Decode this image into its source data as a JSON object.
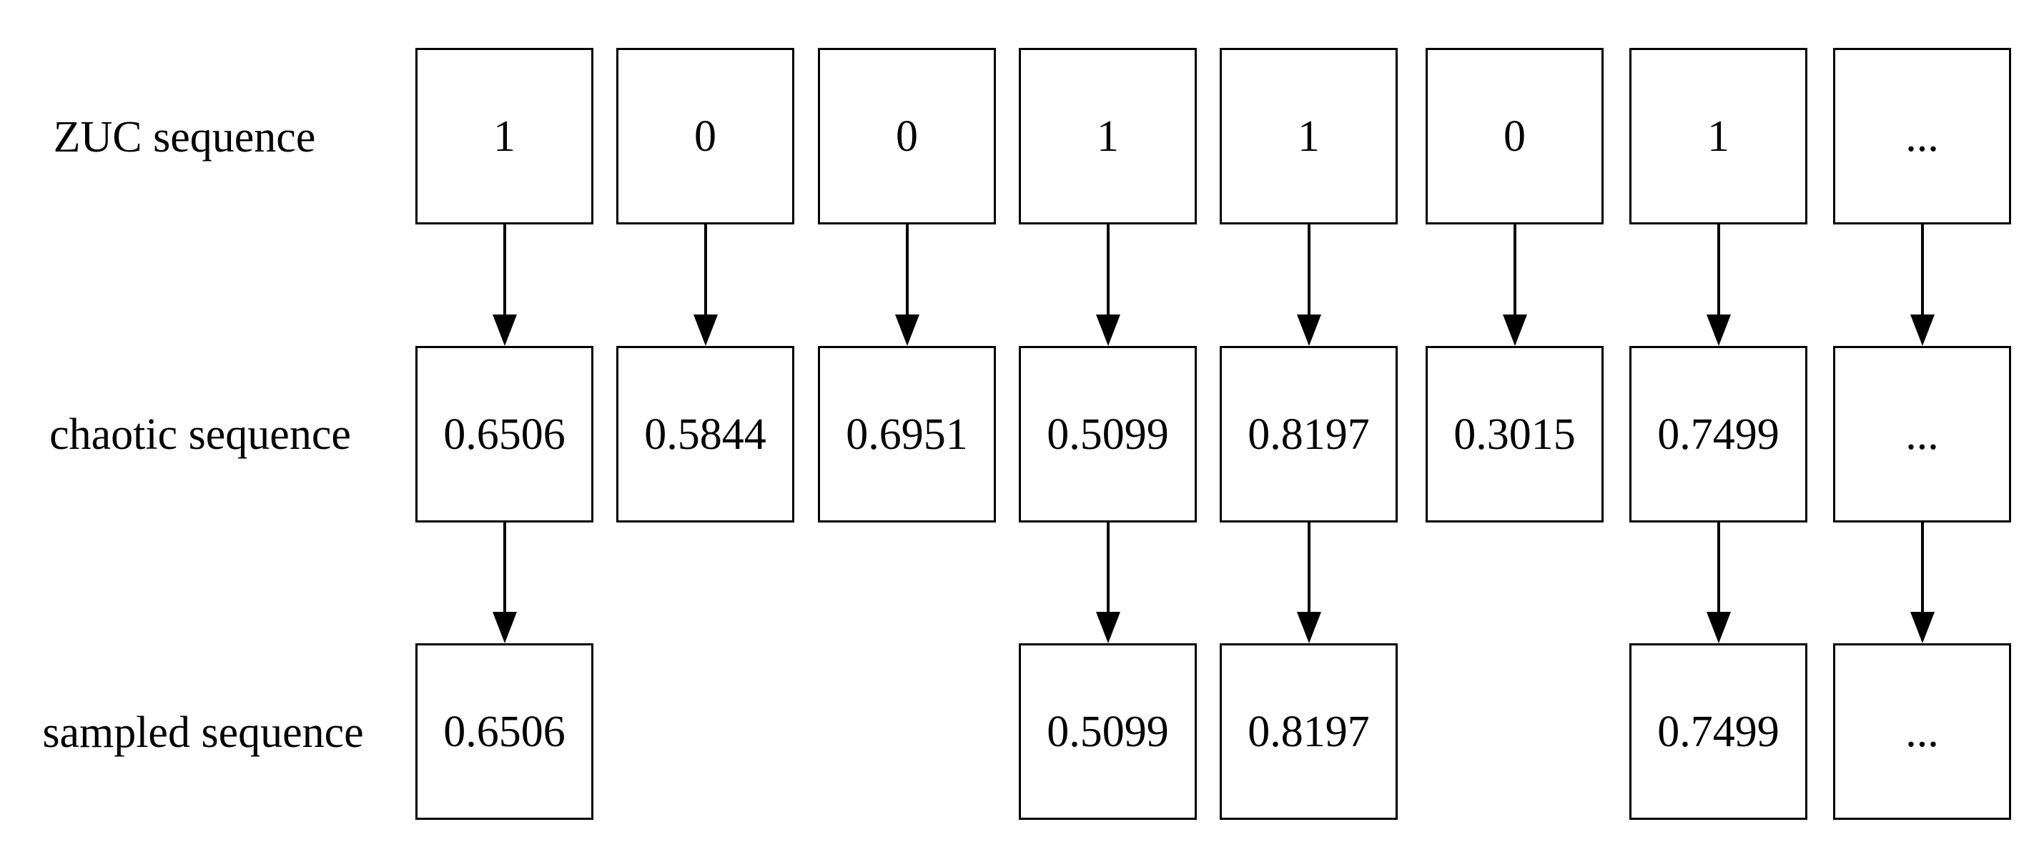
{
  "rows": [
    {
      "label": "ZUC sequence",
      "cells": [
        "1",
        "0",
        "0",
        "1",
        "1",
        "0",
        "1",
        "..."
      ]
    },
    {
      "label": "chaotic sequence",
      "cells": [
        "0.6506",
        "0.5844",
        "0.6951",
        "0.5099",
        "0.8197",
        "0.3015",
        "0.7499",
        "..."
      ]
    },
    {
      "label": "sampled sequence",
      "cells": [
        "0.6506",
        "",
        "",
        "0.5099",
        "0.8197",
        "",
        "0.7499",
        "..."
      ]
    }
  ],
  "colors": {
    "line": "#000000",
    "background": "#ffffff"
  }
}
